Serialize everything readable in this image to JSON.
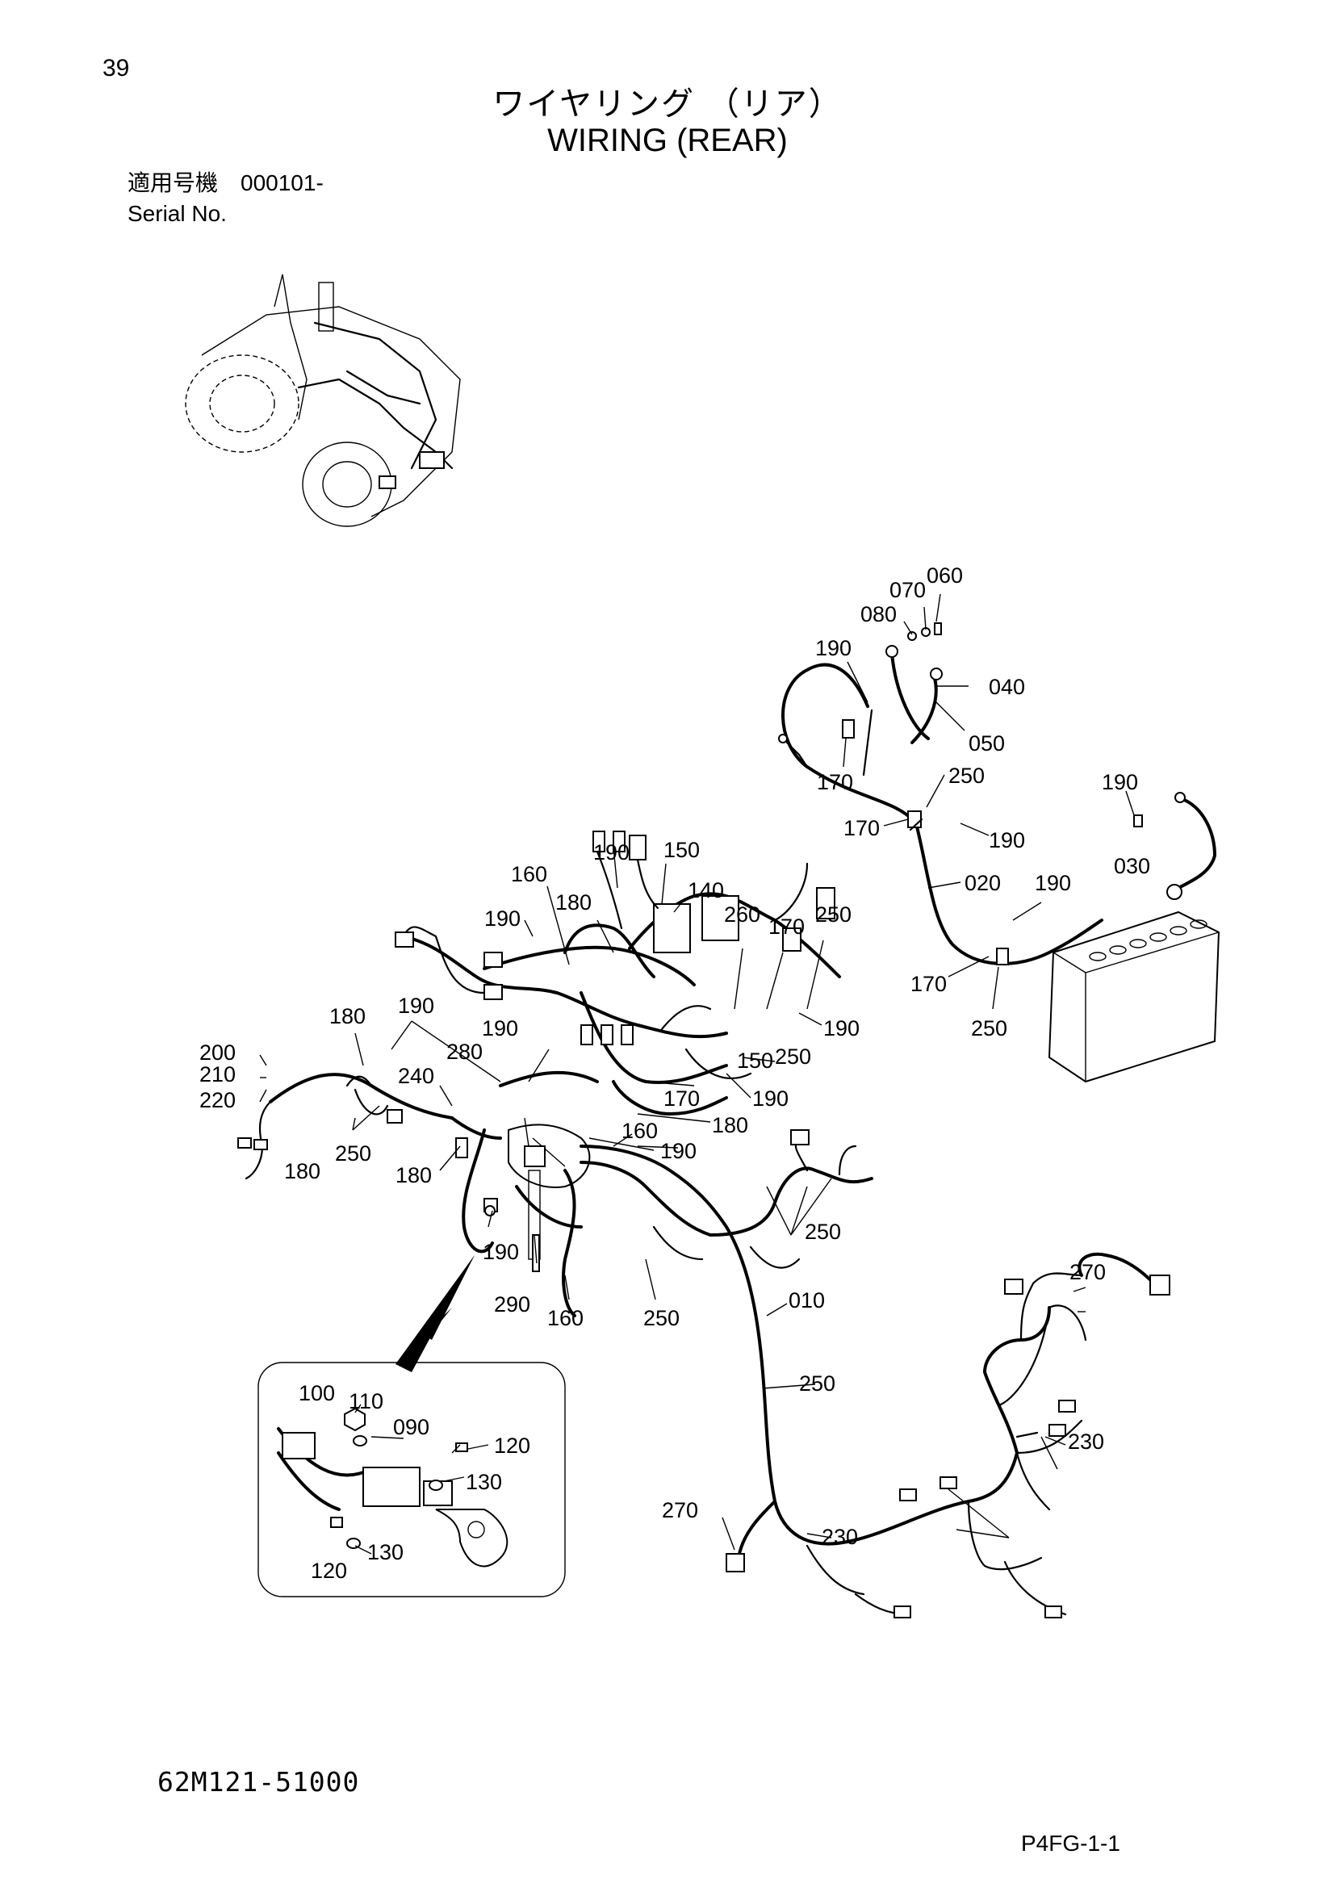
{
  "header": {
    "page_number": "39",
    "title_jp": "ワイヤリング （リア）",
    "title_en": "WIRING (REAR)",
    "serial_label_jp": "適用号機",
    "serial_value": "000101-",
    "serial_label_en": "Serial No."
  },
  "footer": {
    "drawing_number": "62M121-51000",
    "page_code": "P4FG-1-1"
  },
  "callouts": {
    "c060": "060",
    "c070": "070",
    "c080": "080",
    "c190a": "190",
    "c040": "040",
    "c050": "050",
    "c170a": "170",
    "c250a": "250",
    "c170b": "170",
    "c190b": "190",
    "c190c": "190",
    "c030": "030",
    "c020": "020",
    "c190d": "190",
    "c170c": "170",
    "c250b": "250",
    "c190e": "190",
    "c150a": "150",
    "c160a": "160",
    "c180a": "180",
    "c140": "140",
    "c190f": "190",
    "c260": "260",
    "c170d": "170",
    "c250c": "250",
    "c190g": "190",
    "c250d": "250",
    "c150b": "150",
    "c190h": "190",
    "c170e": "170",
    "c180b": "180",
    "c160b": "160",
    "c190i": "190",
    "c180c": "180",
    "c190j": "190",
    "c280": "280",
    "c190k": "190",
    "c240": "240",
    "c200": "200",
    "c210": "210",
    "c220": "220",
    "c250e": "250",
    "c180d": "180",
    "c180e": "180",
    "c190l": "190",
    "c290": "290",
    "c160c": "160",
    "c250f": "250",
    "c250g": "250",
    "c010": "010",
    "c270a": "270",
    "c250h": "250",
    "c230a": "230",
    "c270b": "270",
    "c230b": "230",
    "c100": "100",
    "c110": "110",
    "c090": "090",
    "c120a": "120",
    "c130a": "130",
    "c130b": "130",
    "c120b": "120"
  }
}
